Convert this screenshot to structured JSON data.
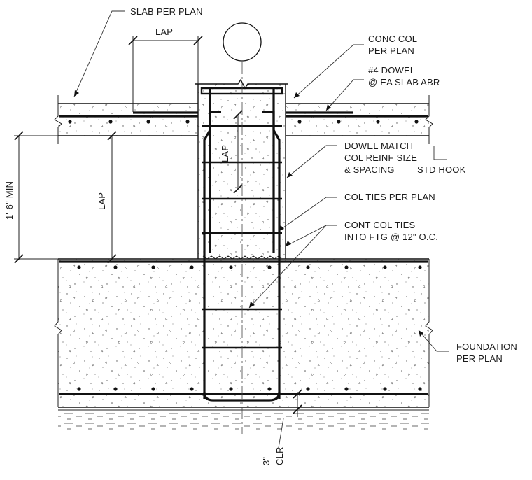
{
  "labels": {
    "slab_per_plan": "SLAB PER PLAN",
    "lap_top": "LAP",
    "conc_col_1": "CONC COL",
    "conc_col_2": "PER PLAN",
    "dowel_1": "#4 DOWEL",
    "dowel_2": "@ EA SLAB ABR",
    "dowel_match_1": "DOWEL MATCH",
    "dowel_match_2": "COL REINF SIZE",
    "dowel_match_3": "& SPACING",
    "std_hook": "STD HOOK",
    "lap_vertical_col": "LAP",
    "lap_vertical_left": "LAP",
    "min_dim": "1'-6\" MIN",
    "col_ties": "COL TIES PER PLAN",
    "cont_ties_1": "CONT COL TIES",
    "cont_ties_2": "INTO FTG @ 12\" O.C.",
    "foundation_1": "FOUNDATION",
    "foundation_2": "PER PLAN",
    "clr_value": "3\"",
    "clr_word": "CLR"
  },
  "colors": {
    "line": "#111111",
    "concrete_speckle": "#555555",
    "background": "#ffffff"
  }
}
